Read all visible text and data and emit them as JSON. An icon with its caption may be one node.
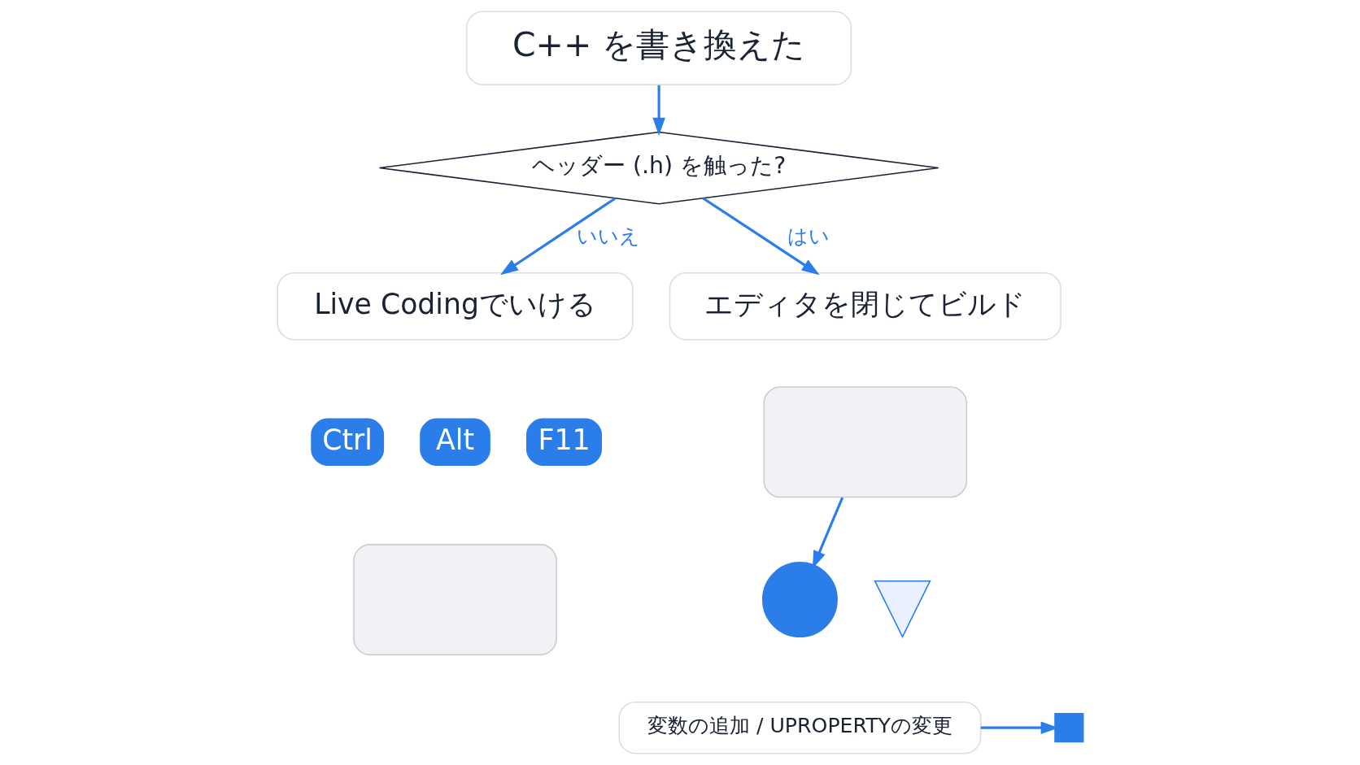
{
  "diagram": {
    "nodes": [
      {
        "text": [
          "C++ を書き換えた"
        ]
      },
      {
        "text": [
          "ヘッダー (.h) を触った?"
        ]
      },
      {
        "text": [
          "Live Codingでいける"
        ]
      },
      {
        "text": [
          "エディタを閉じてビルド"
        ]
      },
      {
        "text": [
          "Ctrl"
        ]
      },
      {
        "text": [
          "Alt"
        ]
      },
      {
        "text": [
          "F11"
        ]
      },
      {
        "text": [],
        "shape": "box"
      },
      {
        "text": [],
        "shape": "box"
      },
      {
        "text": [],
        "shape": "circle"
      },
      {
        "text": [],
        "shape": "triangle"
      },
      {
        "text": [
          "変数の追加 / UPROPERTYの変更"
        ]
      },
      {
        "text": [],
        "shape": "box"
      }
    ],
    "edges": [
      {
        "from": 0,
        "to": 1,
        "arrow": "to"
      },
      {
        "from": 1,
        "to": 2,
        "label": "いいえ",
        "arrow": "to"
      },
      {
        "from": 1,
        "to": 3,
        "label": "はい",
        "arrow": "to"
      },
      {
        "from": 8,
        "to": 9,
        "arrow": "to"
      },
      {
        "from": 11,
        "to": 12,
        "arrow": "to"
      }
    ]
  }
}
